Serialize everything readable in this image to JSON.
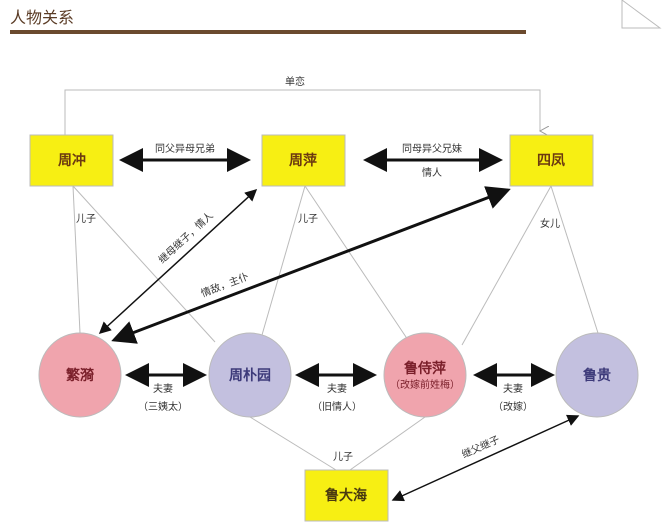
{
  "header": {
    "title": "人物关系"
  },
  "nodes": {
    "zhouchong": "周冲",
    "zhouping": "周萍",
    "sifeng": "四凤",
    "fanyi": "繁漪",
    "zhoupuyuan": "周朴园",
    "lushiping": "鲁侍萍",
    "lushiping_note": "（改嫁前姓梅）",
    "lugui": "鲁贵",
    "ludahai": "鲁大海"
  },
  "labels": {
    "crush": "单恋",
    "half_brothers": "同父异母兄弟",
    "half_siblings": "同母异父兄妹",
    "lovers": "情人",
    "son1": "儿子",
    "son2": "儿子",
    "daughter": "女儿",
    "stepmother": "继母继子，情人",
    "rival": "情敌，主仆",
    "spouse1": "夫妻",
    "spouse1_note": "（三姨太）",
    "spouse2": "夫妻",
    "spouse2_note": "（旧情人）",
    "spouse3": "夫妻",
    "spouse3_note": "（改嫁）",
    "son3": "儿子",
    "stepfather": "继父继子"
  },
  "colors": {
    "box": "#f7ef13",
    "female": "#f0a4ad",
    "male": "#c3c0df",
    "accent": "#6b4a2e"
  }
}
